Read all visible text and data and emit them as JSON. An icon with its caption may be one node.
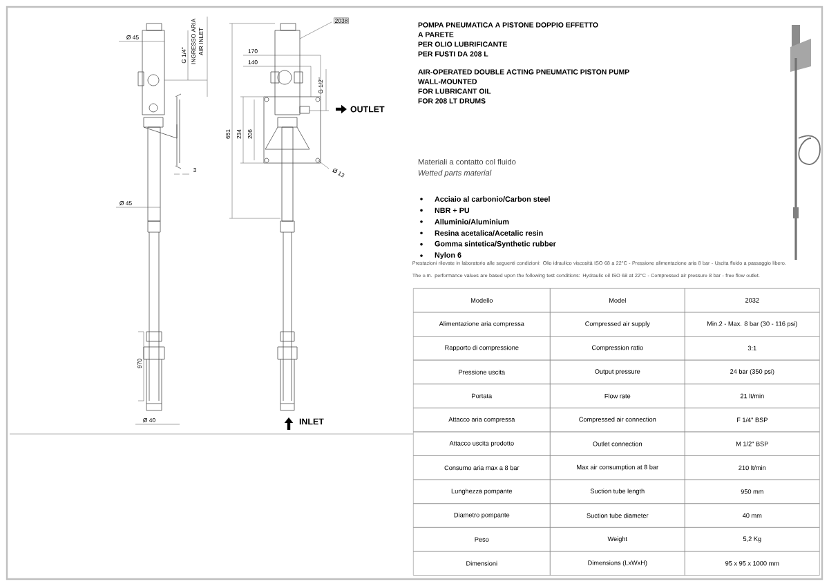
{
  "diagram": {
    "labels": [
      "Ø 45",
      "G 1/4\"",
      "INGRESSO ARIA",
      "AIR INLET",
      "3",
      "Ø 45",
      "970",
      "Ø 40",
      "2038",
      "170",
      "140",
      "G 1/2\"",
      "OUTLET",
      "651",
      "234",
      "206",
      "Ø 13",
      "INLET",
      "POMPA PNEUMATICA A PISTONE DOPPIO EFFETTO",
      "A PARETE",
      "PER OLIO LUBRIFICANTE",
      "PER FUSTI DA 208 L",
      "AIR-OPERATED DOUBLE ACTING PNEUMATIC PISTON PUMP",
      "WALL-MOUNTED",
      "FOR LUBRICANT OIL",
      "FOR 208 LT DRUMS",
      "Materiali a contatto col fluido",
      "Wetted parts material",
      "Acciaio al carbonio/Carbon steel",
      "NBR + PU",
      "Alluminio/Aluminium",
      "Resina acetalica/Acetalic resin",
      "Gomma sintetica/Synthetic rubber",
      "Nylon 6",
      "Prestazioni rilevate in laboratorio alle seguenti condizioni: Olio idraulico viscosità ISO 68 a 22°C - Pressione alimentazione aria 8 bar - Uscita fluido a passaggio libero.",
      "The o.m. performance values are based upon the following test conditions: Hydraulic oil ISO 68 at 22°C - Compressed air pressure 8 bar - free flow outlet.",
      "Modello",
      "Model",
      "2032",
      "Alimentazione aria compressa",
      "Compressed air supply",
      "Min.2 - Max. 8 bar (30 - 116 psi)",
      "Rapporto di compressione",
      "Compression ratio",
      "3:1",
      "Pressione uscita",
      "Output pressure",
      "24 bar (350 psi)",
      "Portata",
      "Flow rate",
      "21 lt/min",
      "Attacco aria compressa",
      "Compressed air connection",
      "F 1/4\" BSP",
      "Attacco uscita prodotto",
      "Outlet connection",
      "M 1/2\" BSP",
      "Consumo aria max a 8 bar",
      "Max air consumption at 8 bar",
      "210 lt/min",
      "Lunghezza pompante",
      "Suction tube length",
      "950 mm",
      "Diametro pompante",
      "Suction tube diameter",
      "40 mm",
      "Peso",
      "Weight",
      "5,2 Kg",
      "Dimensioni",
      "Dimensions (LxWxH)",
      "95 x 95 x 1000 mm"
    ]
  }
}
